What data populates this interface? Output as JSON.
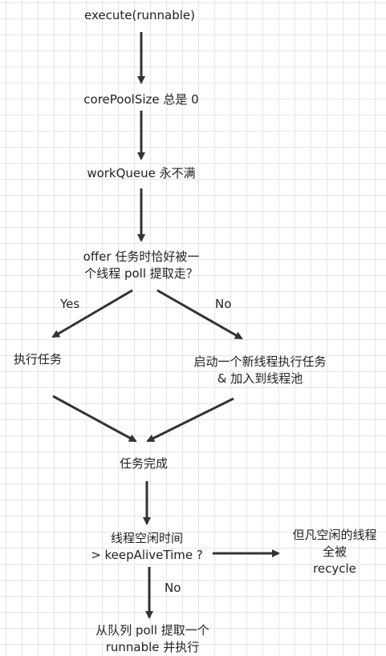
{
  "nodes": {
    "execute": {
      "lines": [
        "execute(runnable)"
      ]
    },
    "core_pool": {
      "lines": [
        "corePoolSize 总是 0"
      ]
    },
    "work_queue": {
      "lines": [
        "workQueue 永不满"
      ]
    },
    "offer": {
      "lines": [
        "offer 任务时恰好被一",
        "个线程  poll 提取走？"
      ]
    },
    "run_task": {
      "lines": [
        "执行任务"
      ]
    },
    "new_thread": {
      "lines": [
        "启动一个新线程执行任务",
        "& 加入到线程池"
      ]
    },
    "task_done": {
      "lines": [
        "任务完成"
      ]
    },
    "idle_time": {
      "lines": [
        "线程空闲时间",
        "> keepAliveTime ?"
      ]
    },
    "recycle": {
      "lines": [
        "但凡空闲的线程",
        "全被",
        "recycle"
      ]
    },
    "poll_queue": {
      "lines": [
        "从队列 poll 提取一个",
        "runnable 并执行"
      ]
    }
  },
  "edge_labels": {
    "yes": "Yes",
    "no_thread": "No",
    "no_idle": "No"
  },
  "colors": {
    "arrow": "#333333",
    "grid": "#e6e6e6",
    "text": "#222222"
  }
}
